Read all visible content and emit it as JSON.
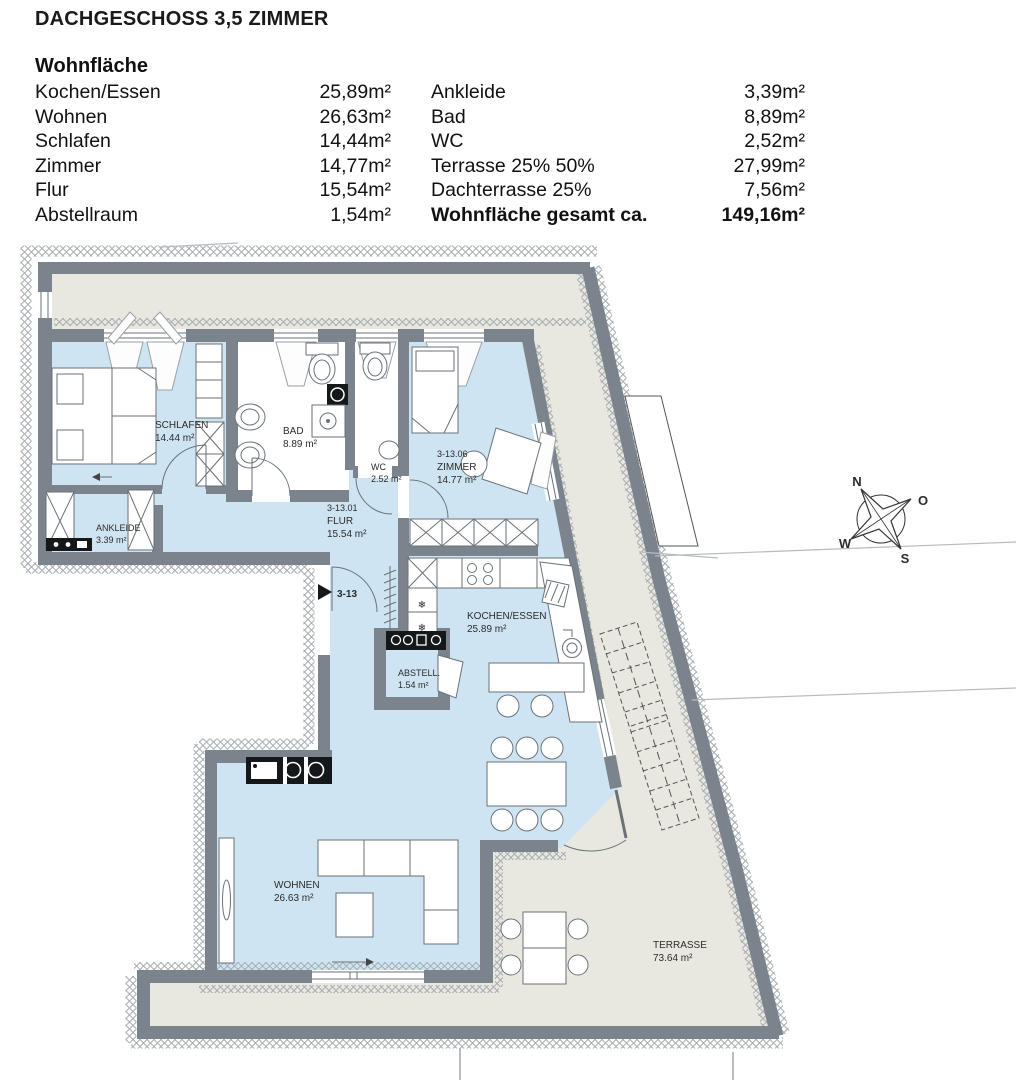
{
  "title": "DACHGESCHOSS 3,5 ZIMMER",
  "table": {
    "heading": "Wohnfläche",
    "left": [
      {
        "label": "Kochen/Essen",
        "value": "25,89m²"
      },
      {
        "label": "Wohnen",
        "value": "26,63m²"
      },
      {
        "label": "Schlafen",
        "value": "14,44m²"
      },
      {
        "label": "Zimmer",
        "value": "14,77m²"
      },
      {
        "label": "Flur",
        "value": "15,54m²"
      },
      {
        "label": "Abstellraum",
        "value": "1,54m²"
      }
    ],
    "right": [
      {
        "label": "Ankleide",
        "value": "3,39m²"
      },
      {
        "label": "Bad",
        "value": "8,89m²"
      },
      {
        "label": "WC",
        "value": "2,52m²"
      },
      {
        "label": "Terrasse 25% 50%",
        "value": "27,99m²"
      },
      {
        "label": "Dachterrasse 25%",
        "value": "7,56m²"
      },
      {
        "label": "Wohnfläche gesamt ca.",
        "value": "149,16m²"
      }
    ]
  },
  "plan": {
    "rooms": {
      "schlafen": {
        "name": "SCHLAFEN",
        "area": "14.44 m²"
      },
      "ankleide": {
        "name": "ANKLEIDE",
        "area": "3.39 m²"
      },
      "bad": {
        "name": "BAD",
        "area": "8.89 m²"
      },
      "wc": {
        "name": "WC",
        "area": "2.52 m²"
      },
      "zimmer": {
        "code": "3-13.06",
        "name": "ZIMMER",
        "area": "14.77 m²"
      },
      "flur": {
        "code": "3-13.01",
        "name": "FLUR",
        "area": "15.54 m²"
      },
      "kochen_essen": {
        "name": "KOCHEN/ESSEN",
        "area": "25.89 m²"
      },
      "abstell": {
        "name": "ABSTELL.",
        "area": "1.54 m²"
      },
      "wohnen": {
        "name": "WOHNEN",
        "area": "26.63 m²"
      },
      "terrasse": {
        "name": "TERRASSE",
        "area": "73.64 m²"
      }
    },
    "entrance_label": "3-13",
    "compass": {
      "n": "N",
      "e": "O",
      "s": "S",
      "w": "W"
    },
    "icons": {
      "snowflake": "❄"
    }
  },
  "colors": {
    "room_blue": "#cfe4f2",
    "terrace_beige": "#e9e8e0",
    "wall_gray": "#7b848d"
  }
}
